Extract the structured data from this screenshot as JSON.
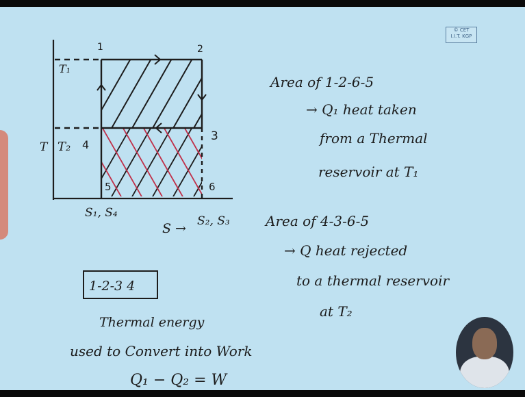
{
  "stamp": {
    "line1": "© CET",
    "line2": "I.I.T. KGP"
  },
  "diagram": {
    "corner_labels": {
      "p1": "1",
      "p2": "2",
      "p3": "3",
      "p4": "4",
      "p5": "5",
      "p6": "6"
    },
    "temps": {
      "t1": "T₁",
      "t2": "T₂"
    },
    "y_axis_label": "T",
    "x_axis_label": "S →",
    "s_left": "S₁, S₄",
    "s_right": "S₂, S₃"
  },
  "notes": {
    "area1_title": "Area of 1-2-6-5",
    "area1_line1": "→ Q₁ heat taken",
    "area1_line2": "from a Thermal",
    "area1_line3": "reservoir at T₁",
    "area2_title": "Area of 4-3-6-5",
    "area2_line1": "→ Q heat rejected",
    "area2_line2": "to a thermal reservoir",
    "area2_line3": "at T₂"
  },
  "summary": {
    "boxed": "1-2-3 4",
    "line1": "Thermal energy",
    "line2": "used to Convert into Work",
    "equation": "Q₁ − Q₂ = W"
  },
  "colors": {
    "board": "#bfe1f1",
    "ink": "#1c1c1c",
    "hatch_red": "#c0304a"
  }
}
